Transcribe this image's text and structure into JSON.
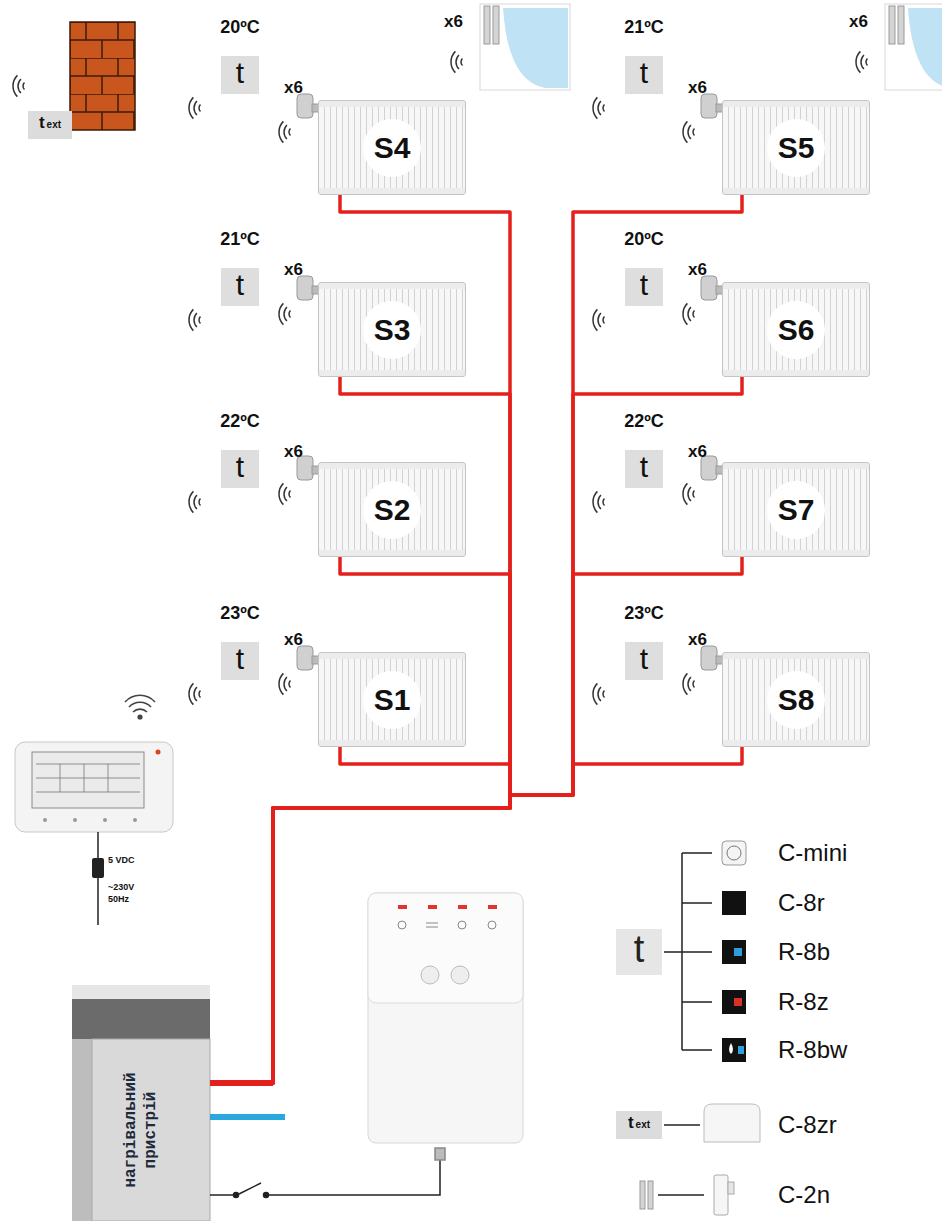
{
  "diagram": {
    "nodes": [
      {
        "text": [
          "t",
          "ext"
        ]
      },
      {
        "text": [
          "20ºC",
          "t"
        ]
      },
      {
        "text": [
          "S4"
        ]
      },
      {
        "text": [
          "21ºC",
          "t"
        ]
      },
      {
        "text": [
          "S5"
        ]
      },
      {
        "text": [
          "21ºC",
          "t"
        ]
      },
      {
        "text": [
          "S3"
        ]
      },
      {
        "text": [
          "20ºC",
          "t"
        ]
      },
      {
        "text": [
          "S6"
        ]
      },
      {
        "text": [
          "22ºC",
          "t"
        ]
      },
      {
        "text": [
          "S2"
        ]
      },
      {
        "text": [
          "22ºC",
          "t"
        ]
      },
      {
        "text": [
          "S7"
        ]
      },
      {
        "text": [
          "23ºC",
          "t"
        ]
      },
      {
        "text": [
          "S1"
        ]
      },
      {
        "text": [
          "23ºC",
          "t"
        ]
      },
      {
        "text": [
          "S8"
        ]
      },
      {
        "text": [
          "нагрівальний пристрій"
        ]
      },
      {
        "text": [
          "t"
        ]
      },
      {
        "text": [
          "t",
          "ext"
        ]
      }
    ],
    "edges": [
      {
        "from": 17,
        "to": 14,
        "arrow": "none"
      },
      {
        "from": 17,
        "to": 10,
        "arrow": "none"
      },
      {
        "from": 17,
        "to": 6,
        "arrow": "none"
      },
      {
        "from": 17,
        "to": 2,
        "arrow": "none"
      },
      {
        "from": 17,
        "to": 16,
        "arrow": "none"
      },
      {
        "from": 17,
        "to": 12,
        "arrow": "none"
      },
      {
        "from": 17,
        "to": 8,
        "arrow": "none"
      },
      {
        "from": 17,
        "to": 4,
        "arrow": "none"
      }
    ],
    "labels": [
      "x6",
      "x6",
      "x6",
      "x6",
      "x6",
      "x6",
      "x6",
      "x6",
      "x6",
      "x6",
      "5 VDC",
      "~230V",
      "50Hz"
    ],
    "legend": [
      {
        "text": "C-mini"
      },
      {
        "text": "C-8r"
      },
      {
        "text": "R-8b"
      },
      {
        "text": "R-8z"
      },
      {
        "text": "R-8bw"
      },
      {
        "text": "C-8zr"
      },
      {
        "text": "C-2n"
      }
    ]
  }
}
